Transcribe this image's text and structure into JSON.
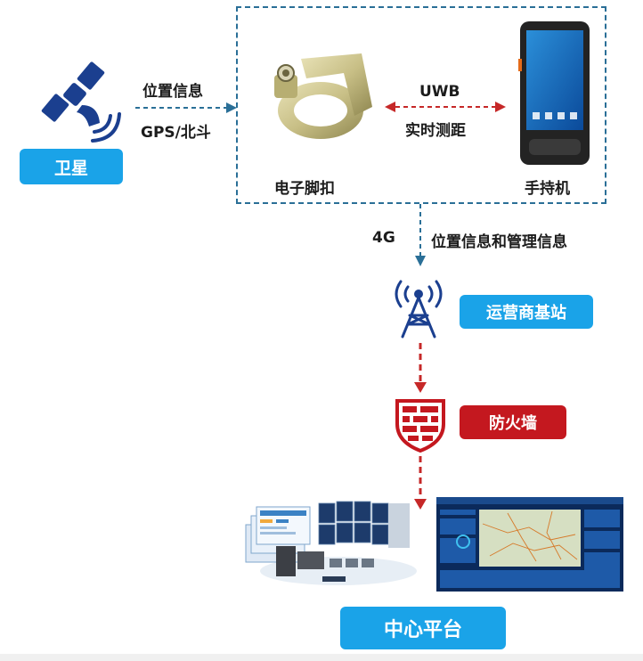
{
  "nodes": {
    "satellite": "卫星",
    "anklet": "电子脚扣",
    "handheld": "手持机",
    "base_station": "运营商基站",
    "firewall": "防火墙",
    "center_platform": "中心平台"
  },
  "links": {
    "sat_top": "位置信息",
    "sat_bottom": "GPS/北斗",
    "uwb_top": "UWB",
    "uwb_bottom": "实时测距",
    "net_left": "4G",
    "net_right": "位置信息和管理信息"
  },
  "colors": {
    "accent_blue": "#1aa3e8",
    "box_border": "#2a6f97",
    "navy": "#1b3f8f",
    "firewall_red": "#c4181f",
    "arrow_red": "#c62828"
  },
  "icons": [
    "satellite-icon",
    "electronic-anklet-icon",
    "handheld-device-icon",
    "cell-tower-icon",
    "firewall-shield-icon",
    "server-room-icon",
    "dashboard-screen-icon"
  ]
}
